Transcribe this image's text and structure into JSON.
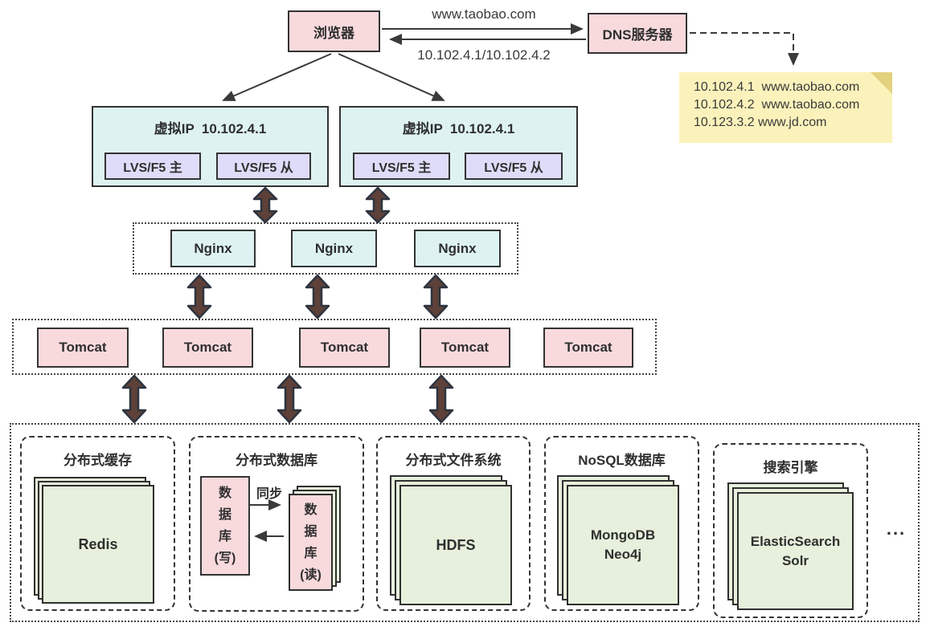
{
  "diagram": {
    "browser": {
      "label": "浏览器"
    },
    "dns": {
      "label": "DNS服务器"
    },
    "request_label": "www.taobao.com",
    "response_label": "10.102.4.1/10.102.4.2",
    "dns_note": {
      "lines": [
        "10.102.4.1  www.taobao.com",
        "10.102.4.2  www.taobao.com",
        "10.123.3.2 www.jd.com"
      ]
    },
    "vip_left": {
      "title": "虚拟IP  10.102.4.1",
      "master": "LVS/F5 主",
      "slave": "LVS/F5 从"
    },
    "vip_right": {
      "title": "虚拟IP  10.102.4.1",
      "master": "LVS/F5 主",
      "slave": "LVS/F5 从"
    },
    "nginx": {
      "items": [
        "Nginx",
        "Nginx",
        "Nginx"
      ]
    },
    "tomcat": {
      "items": [
        "Tomcat",
        "Tomcat",
        "Tomcat",
        "Tomcat",
        "Tomcat"
      ]
    },
    "storage": {
      "cache": {
        "title": "分布式缓存",
        "label": "Redis"
      },
      "database": {
        "title": "分布式数据库",
        "write_lines": [
          "数",
          "据",
          "库",
          "(写)"
        ],
        "sync_label": "同步",
        "read_lines": [
          "数",
          "据",
          "库",
          "(读)"
        ]
      },
      "filesystem": {
        "title": "分布式文件系统",
        "label": "HDFS"
      },
      "nosql": {
        "title": "NoSQL数据库",
        "lines": [
          "MongoDB",
          "Neo4j"
        ]
      },
      "search": {
        "title": "搜索引擎",
        "lines": [
          "ElasticSearch",
          "Solr"
        ]
      },
      "ellipsis": "..."
    },
    "palette": {
      "node_pink": "#f8dadd",
      "node_cyan": "#def2f2",
      "node_lavender": "#dedcf8",
      "stack_green": "#e6f0dc",
      "note_yellow": "#fbf2bb",
      "note_fold": "#e3d17e",
      "thick_arrow_fill": "#5e4138",
      "thick_arrow_stroke": "#2d3440",
      "line_color": "#3a3a3a"
    }
  }
}
